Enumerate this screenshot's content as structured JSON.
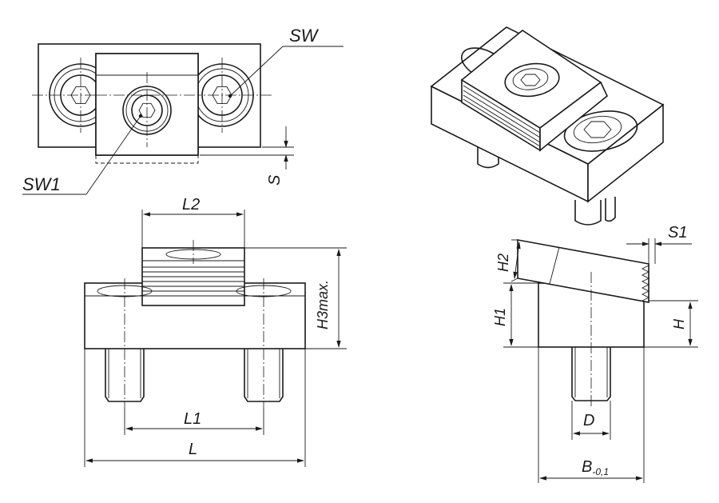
{
  "labels": {
    "sw": "SW",
    "sw1": "SW1",
    "s": "S",
    "l2": "L2",
    "h3max": "H3max.",
    "l1": "L1",
    "l": "L",
    "s1": "S1",
    "h2": "H2",
    "h1": "H1",
    "h": "H",
    "d": "D",
    "b_main": "B",
    "b_sub": "-0,1"
  }
}
